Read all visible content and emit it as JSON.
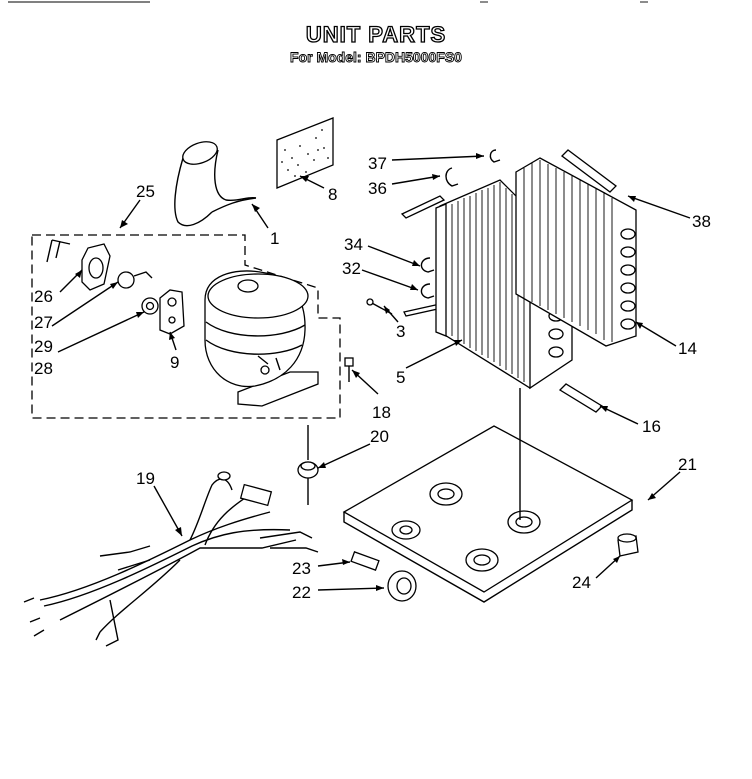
{
  "header": {
    "title": "UNIT PARTS",
    "subtitle": "For Model: BPDH5000FS0"
  },
  "callouts": {
    "p1": "1",
    "p3": "3",
    "p5": "5",
    "p8": "8",
    "p9": "9",
    "p14": "14",
    "p16": "16",
    "p18": "18",
    "p19": "19",
    "p20": "20",
    "p21": "21",
    "p22": "22",
    "p23": "23",
    "p24": "24",
    "p25": "25",
    "p26": "26",
    "p27": "27",
    "p28": "28",
    "p29": "29",
    "p32": "32",
    "p34": "34",
    "p36": "36",
    "p37": "37",
    "p38": "38"
  }
}
